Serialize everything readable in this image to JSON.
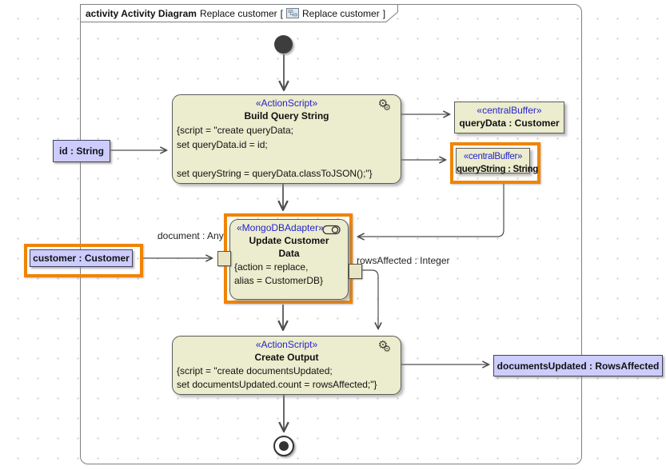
{
  "frame_header": {
    "keyword": "activity Activity Diagram",
    "diagram_name": "Replace customer",
    "open_bracket": "[",
    "ref_name": "Replace customer",
    "close_bracket": "]"
  },
  "actions": {
    "build_query": {
      "stereotype": "«ActionScript»",
      "name": "Build Query String",
      "body": [
        "{script = \"create queryData;",
        "set queryData.id = id;",
        "",
        "set queryString = queryData.classToJSON();\"}"
      ]
    },
    "update_customer": {
      "stereotype": "«MongoDBAdapter»",
      "name": "Update Customer Data",
      "body": [
        "{action = replace,",
        "alias = CustomerDB}"
      ]
    },
    "create_output": {
      "stereotype": "«ActionScript»",
      "name": "Create Output",
      "body": [
        "{script = \"create documentsUpdated;",
        "set documentsUpdated.count = rowsAffected;\"}"
      ]
    }
  },
  "buffers": {
    "query_data": {
      "stereotype": "«centralBuffer»",
      "name": "queryData : Customer"
    },
    "query_string": {
      "stereotype": "«centralBuffer»",
      "name": "queryString : String"
    }
  },
  "params": {
    "id": "id : String",
    "customer": "customer : Customer",
    "documents_updated": "documentsUpdated : RowsAffected"
  },
  "edge_labels": {
    "document": "document : Any",
    "rows_affected": "rowsAffected : Integer"
  },
  "icons": {
    "gear": "⚙"
  },
  "colors": {
    "node_fill": "#ECECCE",
    "node_border": "#5a5a5a",
    "stereotype_text": "#2424CD",
    "param_fill": "#CCCCFF",
    "selection_orange": "#F08403",
    "frame_border": "#7f7f7f",
    "connector": "#4d4d4d"
  }
}
